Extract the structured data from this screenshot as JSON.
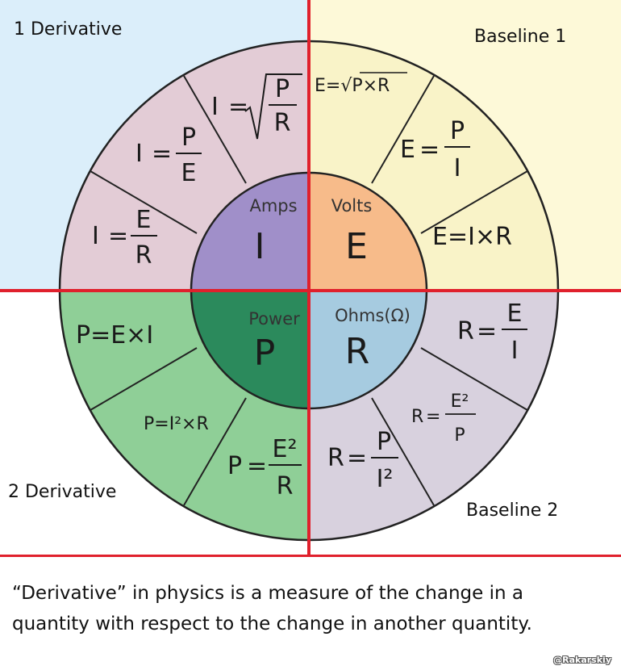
{
  "quadrant_labels": {
    "top_left": "1 Derivative",
    "top_right": "Baseline 1",
    "bottom_left": "2 Derivative",
    "bottom_right": "Baseline 2"
  },
  "center": {
    "amps": {
      "label": "Amps",
      "symbol": "I"
    },
    "volts": {
      "label": "Volts",
      "symbol": "E"
    },
    "power": {
      "label": "Power",
      "symbol": "P"
    },
    "ohms": {
      "label": "Ohms(Ω)",
      "symbol": "R"
    }
  },
  "formulas": {
    "i_sqrt_p_r": {
      "lhs": "I",
      "num": "P",
      "den": "R"
    },
    "i_p_e": {
      "lhs": "I",
      "num": "P",
      "den": "E"
    },
    "i_e_r": {
      "lhs": "I",
      "num": "E",
      "den": "R"
    },
    "e_sqrt_pxr": {
      "text": "E=√P×R"
    },
    "e_p_i": {
      "lhs": "E",
      "num": "P",
      "den": "I"
    },
    "e_ixr": {
      "text": "E=I×R"
    },
    "p_exi": {
      "text": "P=E×I"
    },
    "p_i2xr": {
      "text": "P=I²×R"
    },
    "p_e2_r": {
      "lhs": "P",
      "num": "E²",
      "den": "R"
    },
    "r_e_i": {
      "lhs": "R",
      "num": "E",
      "den": "I"
    },
    "r_e2_p": {
      "lhs": "R",
      "num": "E²",
      "den": "P"
    },
    "r_p_i2": {
      "lhs": "R",
      "num": "P",
      "den": "I²"
    }
  },
  "caption": {
    "line1": "“Derivative” in physics is a measure of the change in a",
    "line2": "quantity with respect to the change in another quantity."
  },
  "credit": "@Rakarskiy",
  "colors": {
    "bg_top_left": "#dbeefa",
    "bg_top_right": "#fdf9d8",
    "ring_amps": "#e3ccd6",
    "ring_volts": "#f9f3c8",
    "ring_power": "#8fcf97",
    "ring_ohms": "#d8d1de",
    "core_amps": "#a08fc9",
    "core_volts": "#f7bb8a",
    "core_power": "#2b8a5c",
    "core_ohms": "#a6cbe0",
    "red_line": "#e0202c"
  }
}
